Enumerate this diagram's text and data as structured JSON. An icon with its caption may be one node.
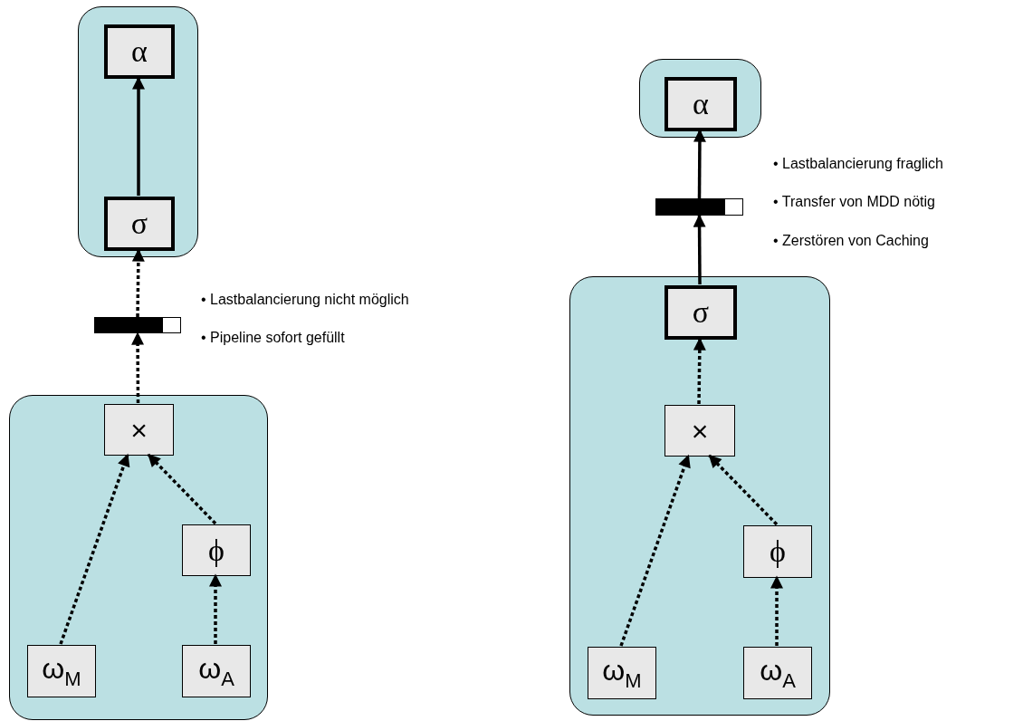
{
  "diagram": {
    "nodes": [
      {
        "text": [],
        "shape": "box"
      },
      {
        "text": [
          "α"
        ],
        "in": 0
      },
      {
        "text": [
          "σ"
        ],
        "in": 0
      },
      {
        "text": [],
        "shape": "bar"
      },
      {
        "text": [],
        "shape": "box"
      },
      {
        "text": [
          "×"
        ],
        "in": 4
      },
      {
        "text": [
          "ϕ"
        ],
        "in": 4
      },
      {
        "text": [
          "ω$_{M}$"
        ],
        "in": 4
      },
      {
        "text": [
          "ω$_{A}$"
        ],
        "in": 4
      },
      {
        "text": [],
        "shape": "box"
      },
      {
        "text": [
          "α"
        ],
        "in": 9
      },
      {
        "text": [],
        "shape": "bar"
      },
      {
        "text": [],
        "shape": "box"
      },
      {
        "text": [
          "σ"
        ],
        "in": 12
      },
      {
        "text": [
          "×"
        ],
        "in": 12
      },
      {
        "text": [
          "ϕ"
        ],
        "in": 12
      },
      {
        "text": [
          "ω$_{M}$"
        ],
        "in": 12
      },
      {
        "text": [
          "ω$_{A}$"
        ],
        "in": 12
      }
    ],
    "edges": [
      {
        "from": 2,
        "to": 1,
        "arrow": "to"
      },
      {
        "from": 3,
        "to": 2,
        "arrow": "to",
        "style": "dashed"
      },
      {
        "from": 5,
        "to": 3,
        "arrow": "to",
        "style": "dashed"
      },
      {
        "from": 7,
        "to": 5,
        "arrow": "to",
        "style": "dashed"
      },
      {
        "from": 6,
        "to": 5,
        "arrow": "to",
        "style": "dashed"
      },
      {
        "from": 8,
        "to": 6,
        "arrow": "to",
        "style": "dashed"
      },
      {
        "from": 11,
        "to": 10,
        "arrow": "to"
      },
      {
        "from": 13,
        "to": 11,
        "arrow": "to"
      },
      {
        "from": 14,
        "to": 13,
        "arrow": "to",
        "style": "dashed"
      },
      {
        "from": 16,
        "to": 14,
        "arrow": "to",
        "style": "dashed"
      },
      {
        "from": 15,
        "to": 14,
        "arrow": "to",
        "style": "dashed"
      },
      {
        "from": 17,
        "to": 15,
        "arrow": "to",
        "style": "dashed"
      }
    ],
    "labels": [
      "• Lastbalancierung nicht möglich",
      "• Pipeline sofort gefüllt",
      "• Lastbalancierung fraglich",
      "• Transfer von MDD nötig",
      "• Zerstören von Caching"
    ]
  }
}
